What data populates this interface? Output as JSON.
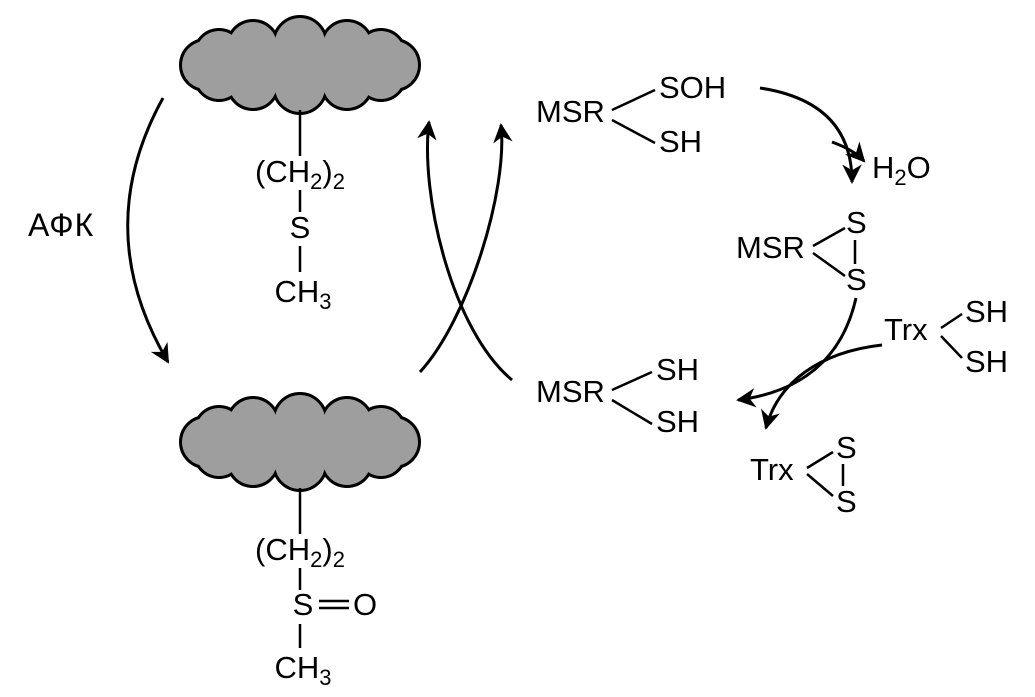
{
  "diagram": {
    "background": "#ffffff",
    "cloud_fill": "#9e9e9e",
    "line_color": "#000000"
  },
  "labels": {
    "ros": "АФК",
    "msr": "MSR",
    "trx": "Trx",
    "soh": "SOH",
    "sh": "SH",
    "s": "S",
    "o": "O",
    "h": "H",
    "sub2": "2",
    "sub3": "3",
    "ch": "CH",
    "methylene_open": "(CH",
    "methylene_close": ")"
  }
}
